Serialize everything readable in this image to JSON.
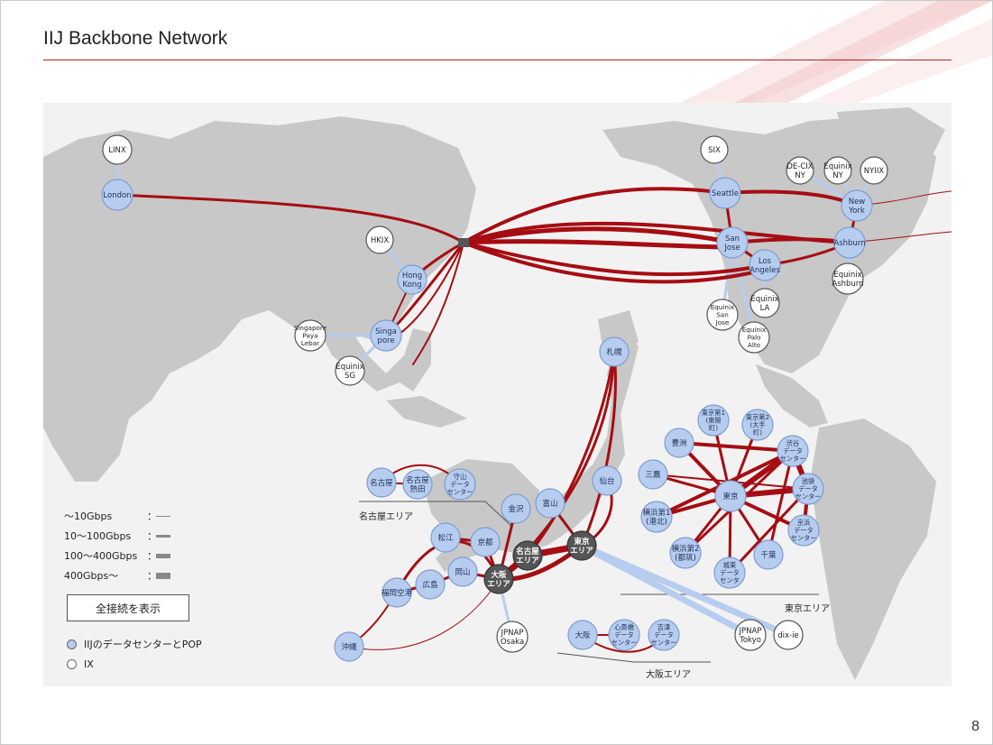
{
  "slide": {
    "title": "IIJ Backbone Network",
    "page_number": "8"
  },
  "colors": {
    "accent": "#a50d12",
    "pop_fill": "#b7cdef",
    "ix_fill": "#ffffff",
    "land": "#c8c8c8",
    "area_node": "#555555"
  },
  "legend": {
    "rows": [
      {
        "label": "～10Gbps",
        "colon": "：",
        "weight": 1
      },
      {
        "label": "10～100Gbps",
        "colon": "：",
        "weight": 3
      },
      {
        "label": "100～400Gbps",
        "colon": "：",
        "weight": 5
      },
      {
        "label": "400Gbps～",
        "colon": "：",
        "weight": 7
      }
    ],
    "show_all_button": "全接続を表示",
    "pop_key": "IIJのデータセンターとPOP",
    "ix_key": "IX"
  },
  "areas": {
    "nagoya": "名古屋エリア",
    "tokyo": "東京エリア",
    "osaka": "大阪エリア"
  },
  "nodes": [
    {
      "id": "linx",
      "type": "ix",
      "lines": [
        "LINX"
      ]
    },
    {
      "id": "london",
      "type": "pop",
      "lines": [
        "London"
      ]
    },
    {
      "id": "hkix",
      "type": "ix",
      "lines": [
        "HKIX"
      ]
    },
    {
      "id": "hongkong",
      "type": "pop",
      "lines": [
        "Hong",
        "Kong"
      ]
    },
    {
      "id": "singapore",
      "type": "pop",
      "lines": [
        "Singa",
        "pore"
      ]
    },
    {
      "id": "sg_paya",
      "type": "ix",
      "lines": [
        "Singapore",
        "Paya",
        "Lebar"
      ]
    },
    {
      "id": "equinix_sg",
      "type": "ix",
      "lines": [
        "Equinix",
        "SG"
      ]
    },
    {
      "id": "six",
      "type": "ix",
      "lines": [
        "SIX"
      ]
    },
    {
      "id": "seattle",
      "type": "pop",
      "lines": [
        "Seattle"
      ]
    },
    {
      "id": "sanjose",
      "type": "pop",
      "lines": [
        "San",
        "Jose"
      ]
    },
    {
      "id": "losangeles",
      "type": "pop",
      "lines": [
        "Los",
        "Angeles"
      ]
    },
    {
      "id": "newyork",
      "type": "pop",
      "lines": [
        "New",
        "York"
      ]
    },
    {
      "id": "ashburn",
      "type": "pop",
      "lines": [
        "Ashburn"
      ]
    },
    {
      "id": "decix",
      "type": "ix",
      "lines": [
        "DE-CIX",
        "NY"
      ]
    },
    {
      "id": "equinix_ny",
      "type": "ix",
      "lines": [
        "Equinix",
        "NY"
      ]
    },
    {
      "id": "nyiix",
      "type": "ix",
      "lines": [
        "NYIIX"
      ]
    },
    {
      "id": "equinix_ash",
      "type": "ix",
      "lines": [
        "Equinix",
        "Ashburn"
      ]
    },
    {
      "id": "equinix_la",
      "type": "ix",
      "lines": [
        "Equinix",
        "LA"
      ]
    },
    {
      "id": "equinix_sj",
      "type": "ix",
      "lines": [
        "Equinix",
        "San",
        "Jose"
      ]
    },
    {
      "id": "equinix_pa",
      "type": "ix",
      "lines": [
        "Equinix",
        "Palo",
        "Alto"
      ]
    },
    {
      "id": "sapporo",
      "type": "pop",
      "lines": [
        "札幌"
      ]
    },
    {
      "id": "sendai",
      "type": "pop",
      "lines": [
        "仙台"
      ]
    },
    {
      "id": "toyama",
      "type": "pop",
      "lines": [
        "富山"
      ]
    },
    {
      "id": "kanazawa",
      "type": "pop",
      "lines": [
        "金沢"
      ]
    },
    {
      "id": "matsue",
      "type": "pop",
      "lines": [
        "松江"
      ]
    },
    {
      "id": "kyoto",
      "type": "pop",
      "lines": [
        "京都"
      ]
    },
    {
      "id": "okayama",
      "type": "pop",
      "lines": [
        "岡山"
      ]
    },
    {
      "id": "hiroshima",
      "type": "pop",
      "lines": [
        "広島"
      ]
    },
    {
      "id": "fukuoka",
      "type": "pop",
      "lines": [
        "福岡空港"
      ]
    },
    {
      "id": "okinawa",
      "type": "pop",
      "lines": [
        "沖縄"
      ]
    },
    {
      "id": "nagoya_area",
      "type": "area",
      "lines": [
        "名古屋",
        "エリア"
      ]
    },
    {
      "id": "osaka_area",
      "type": "area",
      "lines": [
        "大阪",
        "エリア"
      ]
    },
    {
      "id": "tokyo_area",
      "type": "area",
      "lines": [
        "東京",
        "エリア"
      ]
    },
    {
      "id": "jpnap_osaka",
      "type": "ix",
      "lines": [
        "JPNAP",
        "Osaka"
      ]
    },
    {
      "id": "jpnap_tokyo",
      "type": "ix",
      "lines": [
        "JPNAP",
        "Tokyo"
      ]
    },
    {
      "id": "dixie",
      "type": "ix",
      "lines": [
        "dix-ie"
      ]
    },
    {
      "id": "nagoya",
      "type": "pop",
      "lines": [
        "名古屋"
      ]
    },
    {
      "id": "nagoya_atsuta",
      "type": "pop",
      "lines": [
        "名古屋",
        "熱田"
      ]
    },
    {
      "id": "moriyama",
      "type": "pop",
      "lines": [
        "守山",
        "データ",
        "センター"
      ]
    },
    {
      "id": "osaka",
      "type": "pop",
      "lines": [
        "大阪"
      ]
    },
    {
      "id": "dojima",
      "type": "pop",
      "lines": [
        "心斎橋",
        "データ",
        "センター"
      ]
    },
    {
      "id": "yoshitsu",
      "type": "pop",
      "lines": [
        "吉津",
        "データ",
        "センター"
      ]
    },
    {
      "id": "tokyo",
      "type": "pop",
      "lines": [
        "東京"
      ]
    },
    {
      "id": "toyosu",
      "type": "pop",
      "lines": [
        "豊洲"
      ]
    },
    {
      "id": "mitaka",
      "type": "pop",
      "lines": [
        "三鷹"
      ]
    },
    {
      "id": "tokyo1",
      "type": "pop",
      "lines": [
        "東京第1",
        "(東陽",
        "町)"
      ]
    },
    {
      "id": "tokyo2",
      "type": "pop",
      "lines": [
        "東京第2",
        "(大手",
        "町)"
      ]
    },
    {
      "id": "shibuya",
      "type": "pop",
      "lines": [
        "渋谷",
        "データ",
        "センター"
      ]
    },
    {
      "id": "ikebukuro",
      "type": "pop",
      "lines": [
        "池袋",
        "データ",
        "センター"
      ]
    },
    {
      "id": "yokohama1",
      "type": "pop",
      "lines": [
        "横浜第1",
        "(港北)"
      ]
    },
    {
      "id": "yokohama2",
      "type": "pop",
      "lines": [
        "横浜第2",
        "(都筑)"
      ]
    },
    {
      "id": "keihin",
      "type": "pop",
      "lines": [
        "京浜",
        "データ",
        "センター"
      ]
    },
    {
      "id": "chiba",
      "type": "pop",
      "lines": [
        "千葉"
      ]
    },
    {
      "id": "shinagawa",
      "type": "pop",
      "lines": [
        "城東",
        "データ",
        "センタ"
      ]
    }
  ]
}
